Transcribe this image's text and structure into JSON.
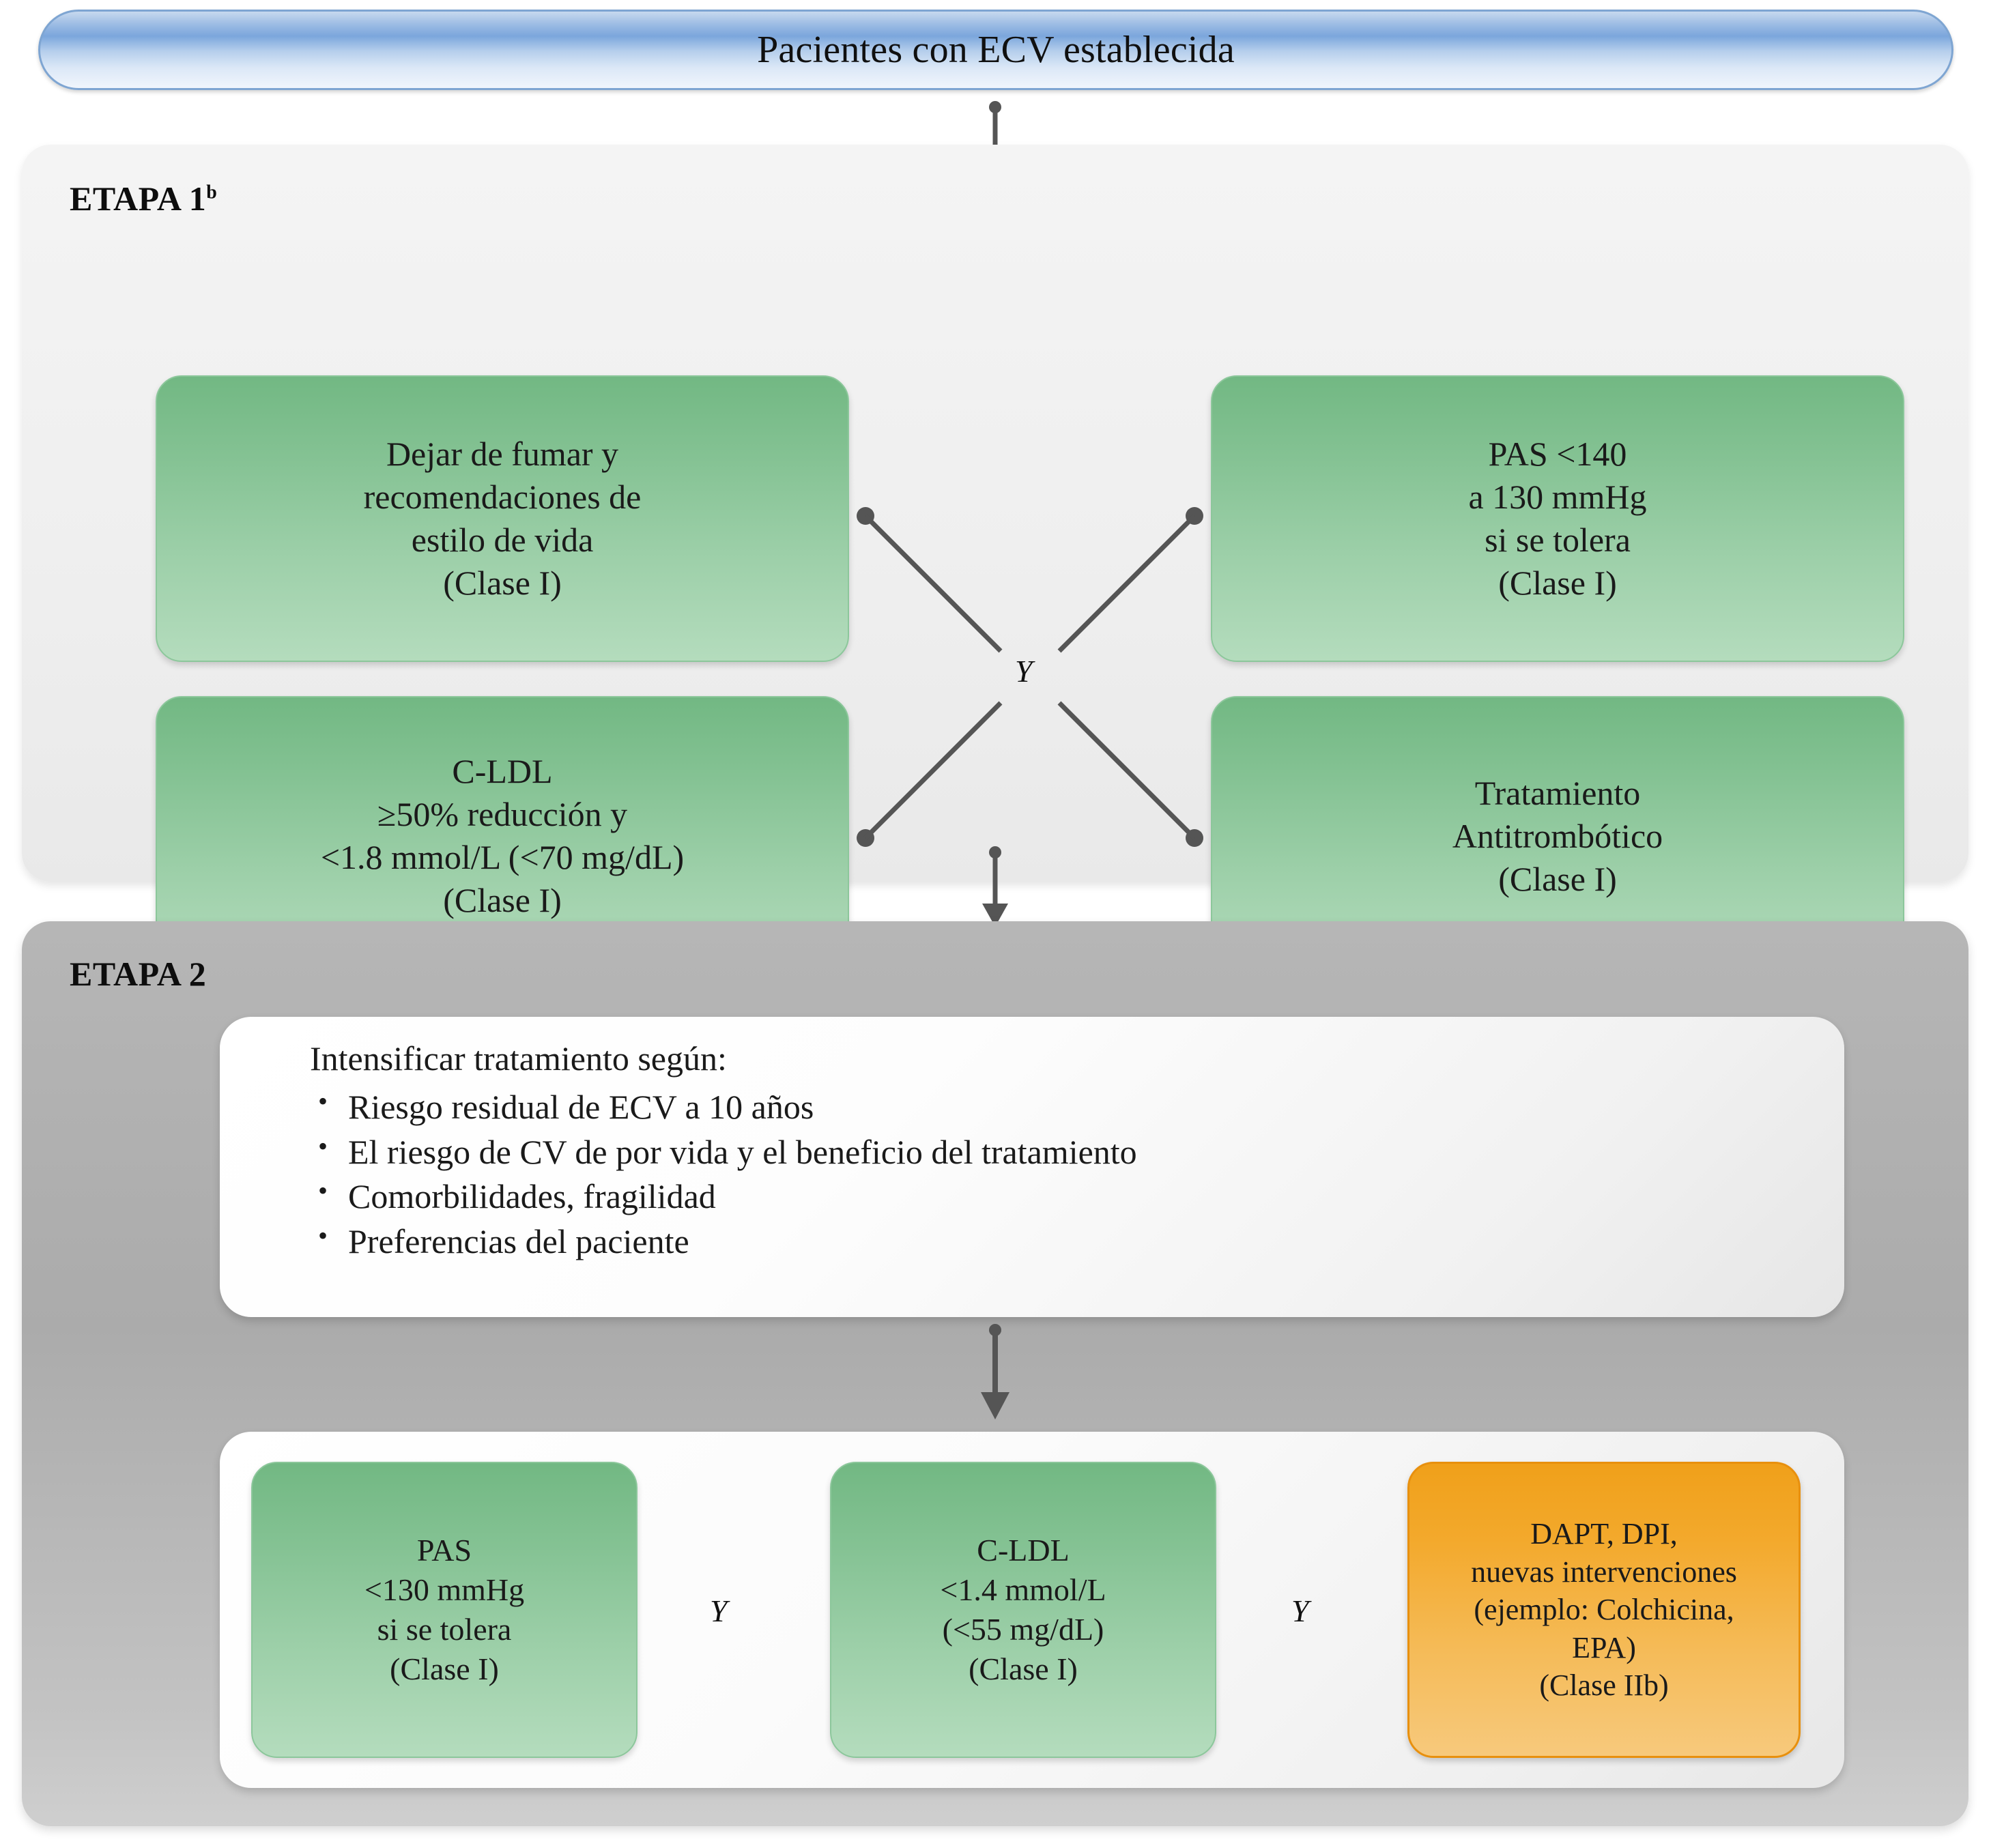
{
  "header": {
    "title": "Pacientes con ECV establecida"
  },
  "stage1": {
    "label": "ETAPA 1",
    "label_superscript": "b",
    "and_connector": "Y",
    "boxes": {
      "smoking": [
        "Dejar de fumar y",
        "recomendaciones de",
        "estilo de vida",
        "(Clase I)"
      ],
      "sbp": [
        "PAS <140",
        "a 130 mmHg",
        "si se tolera",
        "(Clase I)"
      ],
      "ldl": [
        "C-LDL",
        "≥50% reducción y",
        "<1.8 mmol/L (<70 mg/dL)",
        "(Clase I)"
      ],
      "antithrombotic": [
        "Tratamiento",
        "Antitrombótico",
        "(Clase I)"
      ]
    }
  },
  "stage2": {
    "label": "ETAPA 2",
    "intensify": {
      "title": "Intensificar tratamiento según:",
      "bullets": [
        "Riesgo residual de ECV a 10 años",
        "El riesgo de CV de por vida y el beneficio del tratamiento",
        "Comorbilidades, fragilidad",
        "Preferencias del paciente"
      ]
    },
    "and_connector_1": "Y",
    "and_connector_2": "Y",
    "boxes": {
      "pas": [
        "PAS",
        "<130 mmHg",
        "si se tolera",
        "(Clase I)"
      ],
      "ldl": [
        "C-LDL",
        "<1.4 mmol/L",
        "(<55 mg/dL)",
        "(Clase I)"
      ],
      "dapt": [
        "DAPT, DPI,",
        "nuevas intervenciones",
        "(ejemplo: Colchicina,",
        "EPA)",
        "(Clase IIb)"
      ]
    }
  },
  "colors": {
    "header_blue": "#7ba6dc",
    "box_green": "#84c293",
    "box_orange": "#f3a92c",
    "stage1_panel": "#efefef",
    "stage2_panel": "#ababab",
    "connector_gray": "#555555"
  }
}
